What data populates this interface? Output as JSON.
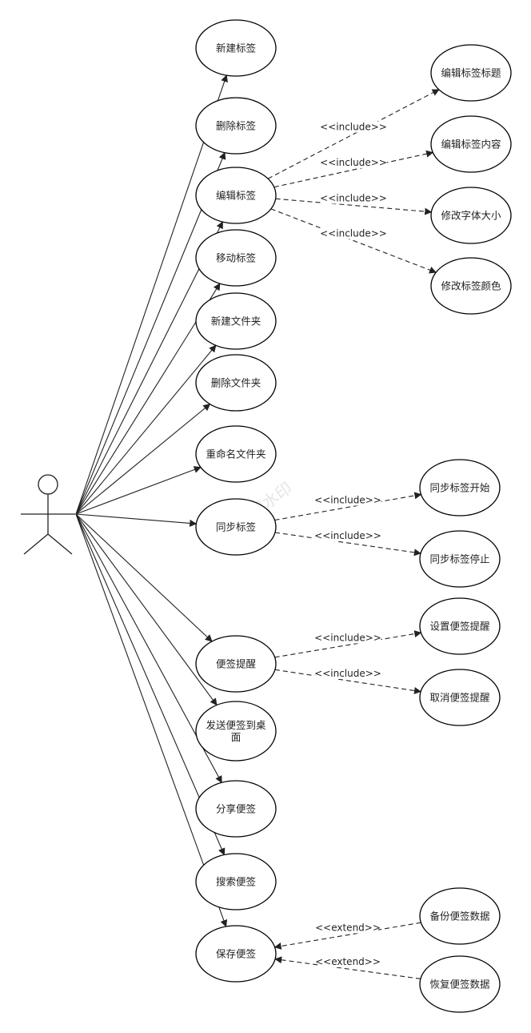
{
  "actor": {
    "name": ""
  },
  "use_cases": [
    {
      "id": "new_tag",
      "label": "新建标签"
    },
    {
      "id": "delete_tag",
      "label": "删除标签"
    },
    {
      "id": "edit_tag",
      "label": "编辑标签"
    },
    {
      "id": "move_tag",
      "label": "移动标签"
    },
    {
      "id": "new_folder",
      "label": "新建文件夹"
    },
    {
      "id": "delete_folder",
      "label": "删除文件夹"
    },
    {
      "id": "rename_folder",
      "label": "重命名文件夹"
    },
    {
      "id": "sync_tag",
      "label": "同步标签"
    },
    {
      "id": "note_reminder",
      "label": "便签提醒"
    },
    {
      "id": "send_to_desktop",
      "label": "发送便签到桌面"
    },
    {
      "id": "share_note",
      "label": "分享便签"
    },
    {
      "id": "search_note",
      "label": "搜索便签"
    },
    {
      "id": "save_note",
      "label": "保存便签"
    },
    {
      "id": "edit_title",
      "label": "编辑标签标题"
    },
    {
      "id": "edit_content",
      "label": "编辑标签内容"
    },
    {
      "id": "change_font",
      "label": "修改字体大小"
    },
    {
      "id": "change_color",
      "label": "修改标签颜色"
    },
    {
      "id": "sync_start",
      "label": "同步标签开始"
    },
    {
      "id": "sync_stop",
      "label": "同步标签停止"
    },
    {
      "id": "set_reminder",
      "label": "设置便签提醒"
    },
    {
      "id": "cancel_reminder",
      "label": "取消便签提醒"
    },
    {
      "id": "backup_data",
      "label": "备份便签数据"
    },
    {
      "id": "restore_data",
      "label": "恢复便签数据"
    }
  ],
  "associations": [
    "new_tag",
    "delete_tag",
    "edit_tag",
    "move_tag",
    "new_folder",
    "delete_folder",
    "rename_folder",
    "sync_tag",
    "note_reminder",
    "send_to_desktop",
    "share_note",
    "search_note",
    "save_note"
  ],
  "relations": [
    {
      "from": "edit_tag",
      "to": "edit_title",
      "stereotype": "<<include>>"
    },
    {
      "from": "edit_tag",
      "to": "edit_content",
      "stereotype": "<<include>>"
    },
    {
      "from": "edit_tag",
      "to": "change_font",
      "stereotype": "<<include>>"
    },
    {
      "from": "edit_tag",
      "to": "change_color",
      "stereotype": "<<include>>"
    },
    {
      "from": "sync_tag",
      "to": "sync_start",
      "stereotype": "<<include>>"
    },
    {
      "from": "sync_tag",
      "to": "sync_stop",
      "stereotype": "<<include>>"
    },
    {
      "from": "note_reminder",
      "to": "set_reminder",
      "stereotype": "<<include>>"
    },
    {
      "from": "note_reminder",
      "to": "cancel_reminder",
      "stereotype": "<<include>>"
    },
    {
      "from": "backup_data",
      "to": "save_note",
      "stereotype": "<<extend>>"
    },
    {
      "from": "restore_data",
      "to": "save_note",
      "stereotype": "<<extend>>"
    }
  ],
  "watermark": "试用水印"
}
